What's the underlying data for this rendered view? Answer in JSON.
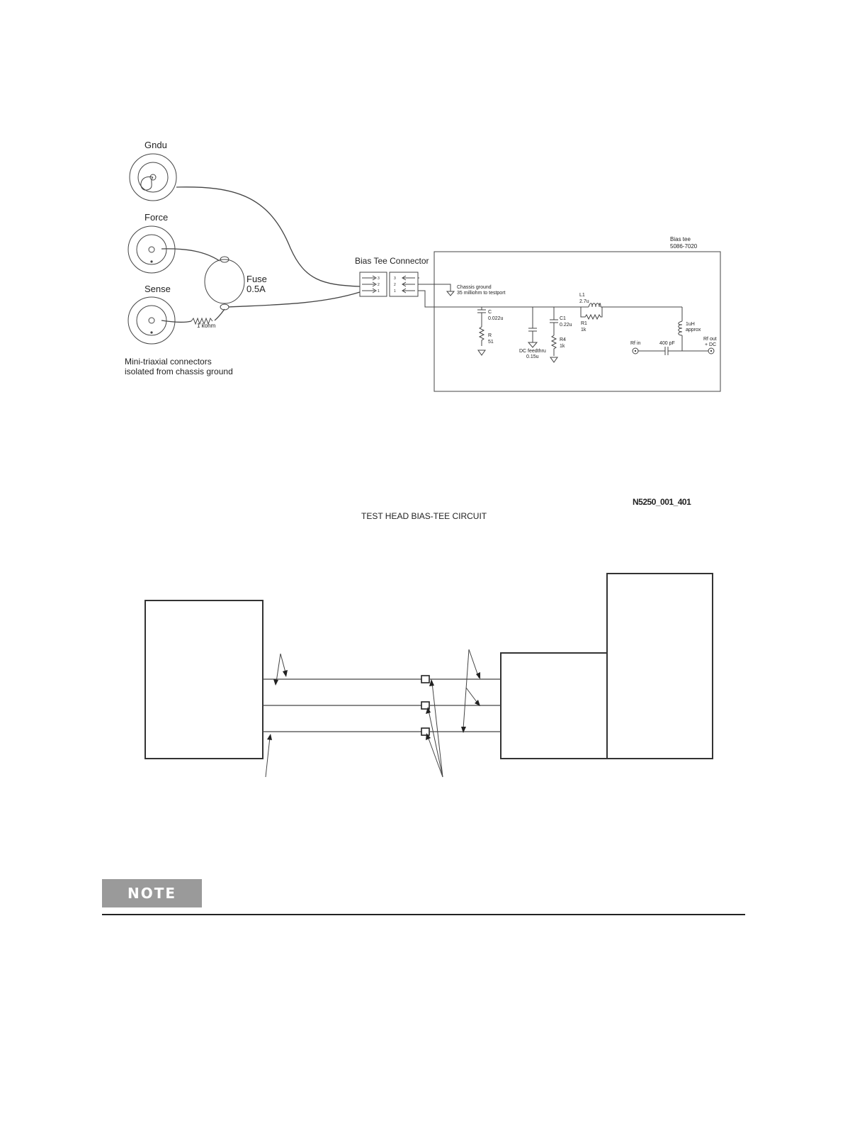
{
  "figure1": {
    "connectors": [
      {
        "label": "Gndu"
      },
      {
        "label": "Force"
      },
      {
        "label": "Sense"
      }
    ],
    "fuse_label_1": "Fuse",
    "fuse_label_2": "0.5A",
    "resistor_label": "1 kohm",
    "connector_note_1": "Mini-triaxial connectors",
    "connector_note_2": "isolated from chassis ground",
    "bias_tee_connector_label": "Bias Tee Connector",
    "pin_labels": [
      "3",
      "2",
      "1"
    ],
    "bias_tee_title_1": "Bias tee",
    "bias_tee_title_2": "5086-7020",
    "chassis_ground_1": "Chassis ground",
    "chassis_ground_2": "35 milliohm to testport",
    "components": {
      "c_name": "C",
      "c_value": "0.022u",
      "r_name": "R",
      "r_value": "51",
      "dc_feed_1": "DC feedthru",
      "dc_feed_2": "0.15u",
      "c1_name": "C1",
      "c1_value": "0.22u",
      "r4_name": "R4",
      "r4_value": "1k",
      "l1_name": "L1",
      "l1_value": "2.7u",
      "r1_name": "R1",
      "r1_value": "1k",
      "l2_1": "1uH",
      "l2_2": "approx",
      "rf_in": "Rf in",
      "cap_400": "400 pF",
      "rf_out_1": "Rf out",
      "rf_out_2": "+ DC"
    },
    "figure_id": "N5250_001_401",
    "caption": "TEST HEAD BIAS-TEE CIRCUIT"
  },
  "note": {
    "label": "NOTE"
  }
}
